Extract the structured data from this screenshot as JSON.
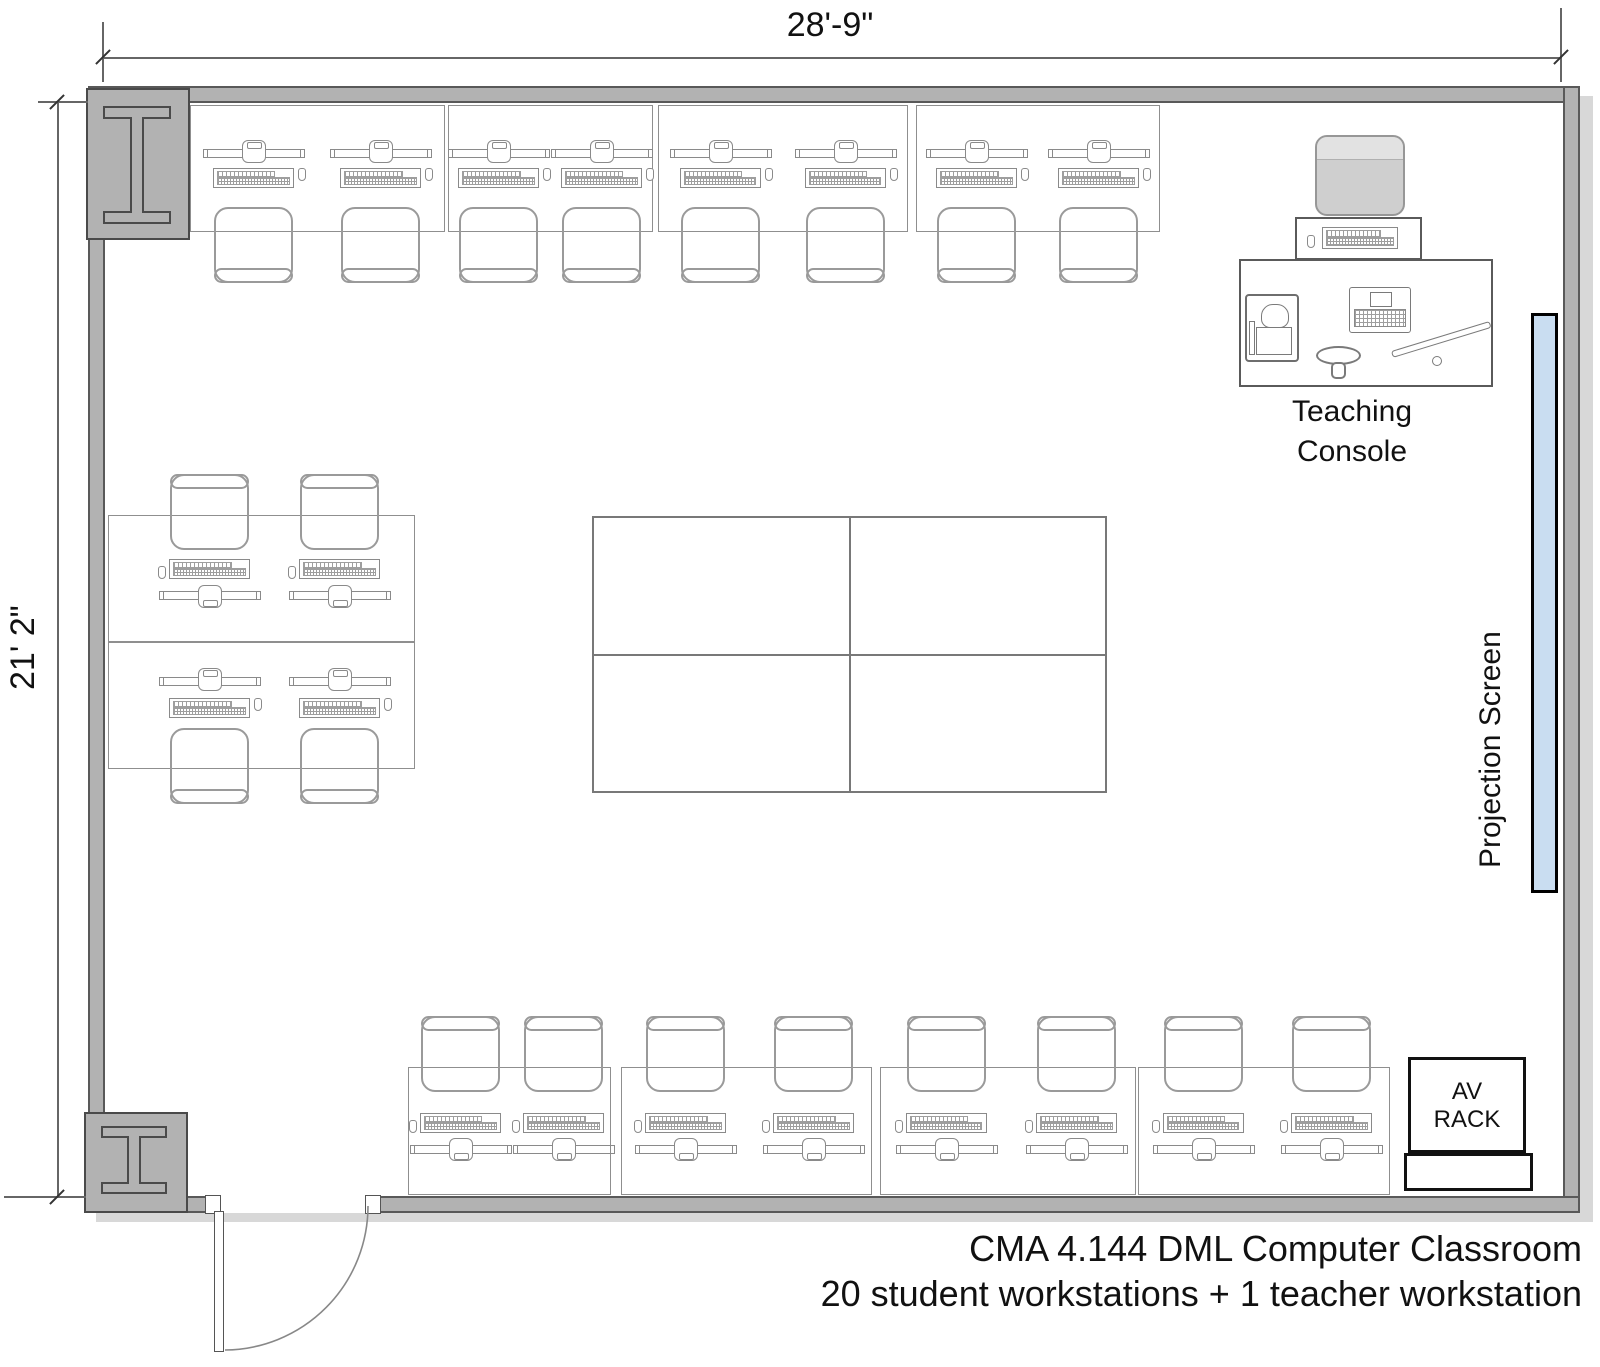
{
  "caption": {
    "line1": "CMA 4.144 DML Computer Classroom",
    "line2": "20 student workstations + 1 teacher workstation"
  },
  "dimensions": {
    "width": "28'-9\"",
    "height": "21' 2\""
  },
  "teaching_console": {
    "label_line1": "Teaching",
    "label_line2": "Console"
  },
  "projection_screen": {
    "label": "Projection Screen",
    "fill_color": "#c9ddf1"
  },
  "av_rack": {
    "line1": "AV",
    "line2": "RACK"
  },
  "room": {
    "student_workstations": 20,
    "teacher_workstations": 1,
    "wall_color": "#b2b2b2",
    "wall_edge_color": "#595959",
    "furniture_line_color": "#8f8f8f"
  }
}
